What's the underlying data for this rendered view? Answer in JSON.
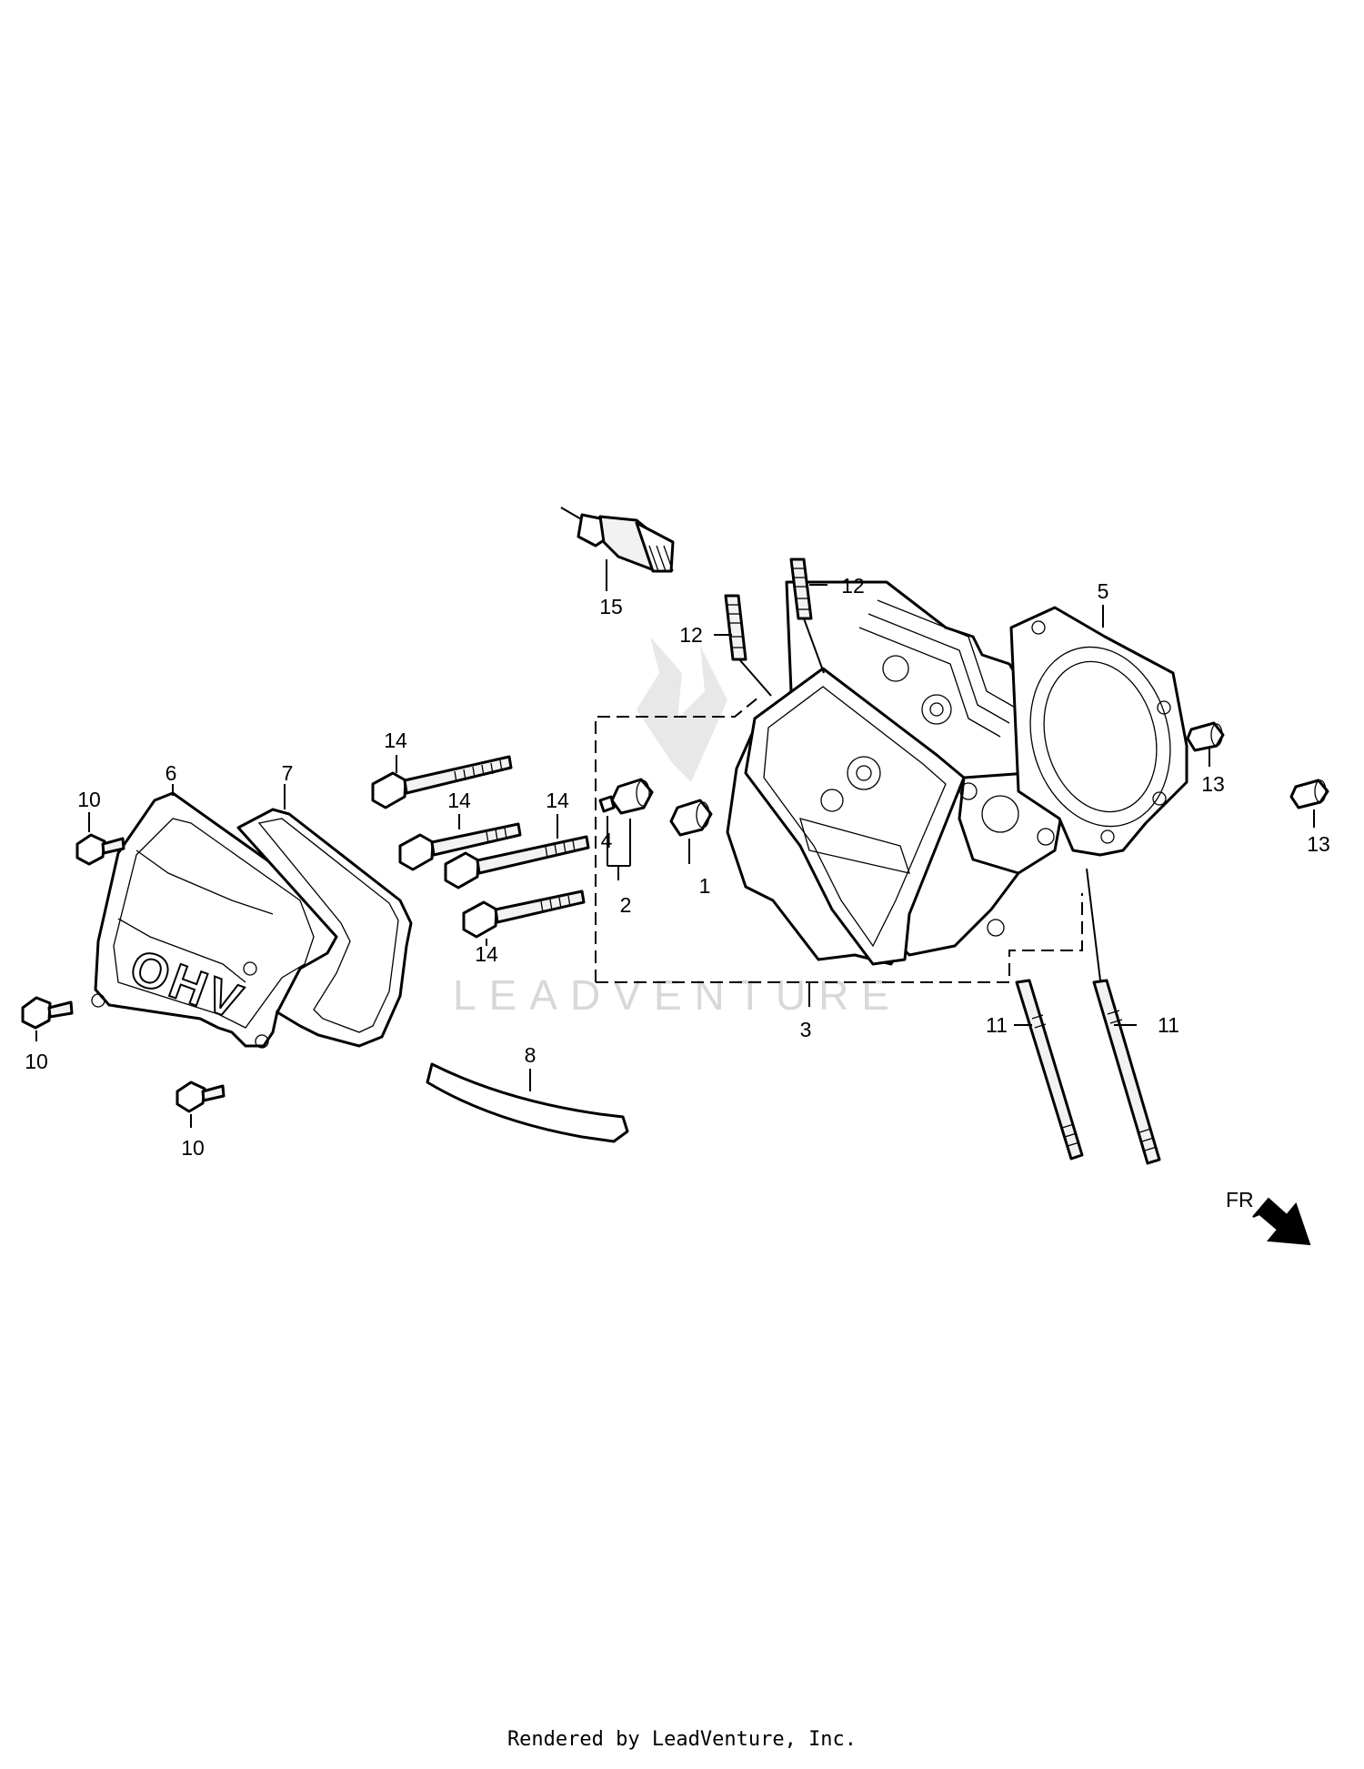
{
  "callouts": [
    {
      "id": "1",
      "label": "1"
    },
    {
      "id": "2",
      "label": "2"
    },
    {
      "id": "3",
      "label": "3"
    },
    {
      "id": "4",
      "label": "4"
    },
    {
      "id": "5",
      "label": "5"
    },
    {
      "id": "6",
      "label": "6"
    },
    {
      "id": "7",
      "label": "7"
    },
    {
      "id": "8",
      "label": "8"
    },
    {
      "id": "10a",
      "label": "10"
    },
    {
      "id": "10b",
      "label": "10"
    },
    {
      "id": "10c",
      "label": "10"
    },
    {
      "id": "11a",
      "label": "11"
    },
    {
      "id": "11b",
      "label": "11"
    },
    {
      "id": "12a",
      "label": "12"
    },
    {
      "id": "12b",
      "label": "12"
    },
    {
      "id": "13a",
      "label": "13"
    },
    {
      "id": "13b",
      "label": "13"
    },
    {
      "id": "14a",
      "label": "14"
    },
    {
      "id": "14b",
      "label": "14"
    },
    {
      "id": "14c",
      "label": "14"
    },
    {
      "id": "14d",
      "label": "14"
    },
    {
      "id": "15",
      "label": "15"
    }
  ],
  "cover_emboss": "OHV",
  "direction_label": "FR",
  "watermark": "LEADVENTURE",
  "footer": "Rendered by LeadVenture, Inc."
}
